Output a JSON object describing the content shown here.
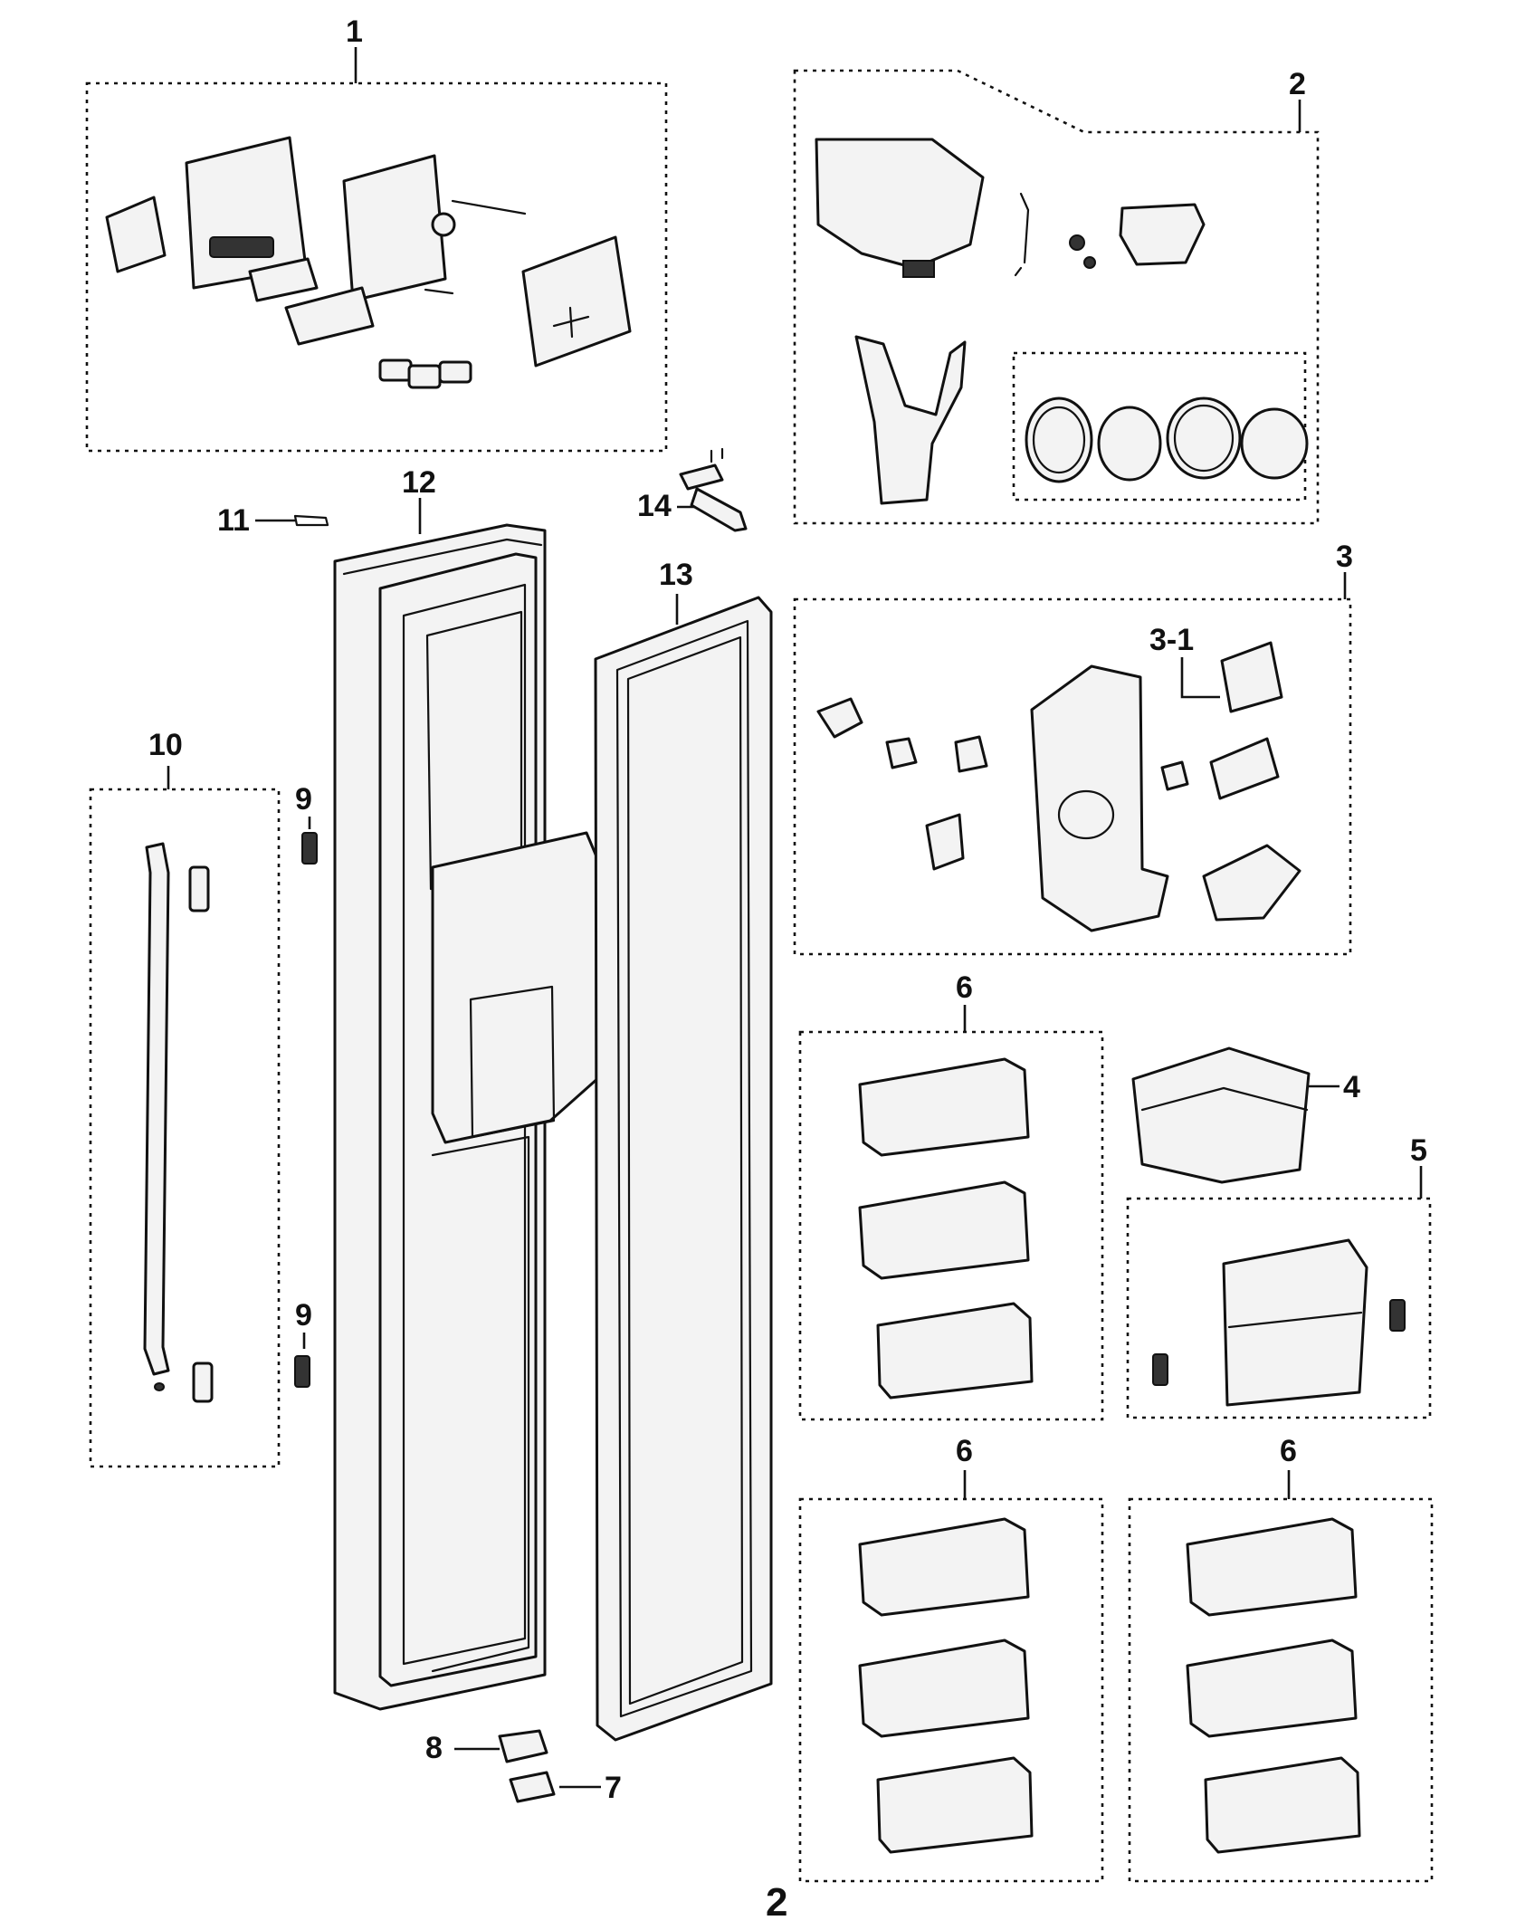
{
  "callouts": {
    "c1": "1",
    "c2": "2",
    "c3": "3",
    "c3_1": "3-1",
    "c4": "4",
    "c5": "5",
    "c6a": "6",
    "c6b": "6",
    "c6c": "6",
    "c7": "7",
    "c8": "8",
    "c9a": "9",
    "c9b": "9",
    "c10": "10",
    "c11": "11",
    "c12": "12",
    "c13": "13",
    "c14": "14"
  },
  "page_number": "2",
  "colors": {
    "line": "#111111",
    "fill": "#f3f3f3",
    "background": "#ffffff"
  }
}
